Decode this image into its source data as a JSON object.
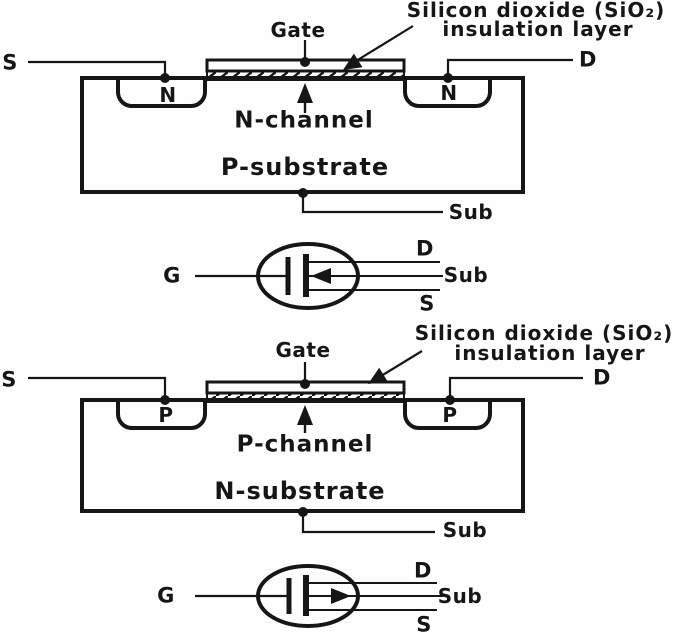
{
  "colors": {
    "ink": "#161616",
    "paper": "#fefefe"
  },
  "nmos": {
    "cross_section": {
      "insulation_label_line1": "Silicon dioxide (SiO₂)",
      "insulation_label_line2": "insulation layer",
      "gate_label": "Gate",
      "source_terminal": "S",
      "drain_terminal": "D",
      "source_region": "N",
      "drain_region": "N",
      "channel_label": "N-channel",
      "substrate_label": "P-substrate",
      "substrate_terminal": "Sub"
    },
    "symbol": {
      "gate": "G",
      "drain": "D",
      "substrate": "Sub",
      "source": "S"
    }
  },
  "pmos": {
    "cross_section": {
      "insulation_label_line1": "Silicon dioxide (SiO₂)",
      "insulation_label_line2": "insulation layer",
      "gate_label": "Gate",
      "source_terminal": "S",
      "drain_terminal": "D",
      "source_region": "P",
      "drain_region": "P",
      "channel_label": "P-channel",
      "substrate_label": "N-substrate",
      "substrate_terminal": "Sub"
    },
    "symbol": {
      "gate": "G",
      "drain": "D",
      "substrate": "Sub",
      "source": "S"
    }
  }
}
